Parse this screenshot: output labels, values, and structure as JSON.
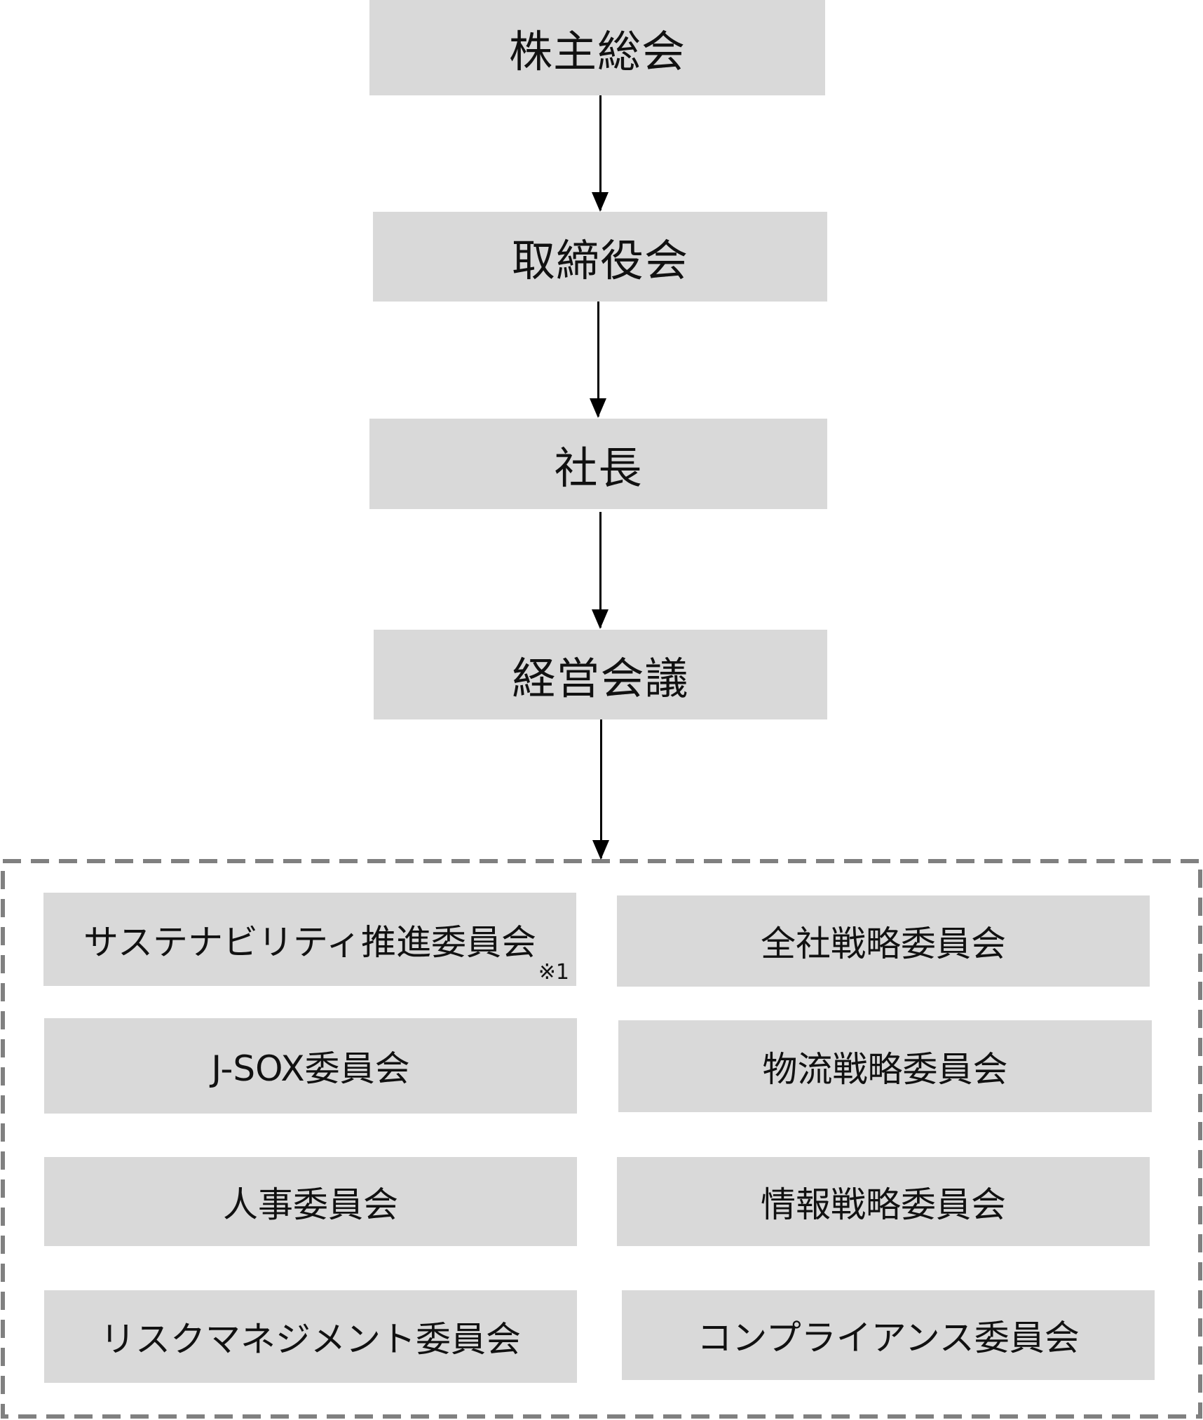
{
  "hierarchy": [
    "株主総会",
    "取締役会",
    "社長",
    "経営会議"
  ],
  "committees": {
    "left": [
      "サステナビリティ推進委員会",
      "J-SOX委員会",
      "人事委員会",
      "リスクマネジメント委員会"
    ],
    "right": [
      "全社戦略委員会",
      "物流戦略委員会",
      "情報戦略委員会",
      "コンプライアンス委員会"
    ],
    "note": "※1"
  },
  "colors": {
    "box": "#d9d9d9",
    "dash": "#808080",
    "arrow": "#000000"
  }
}
